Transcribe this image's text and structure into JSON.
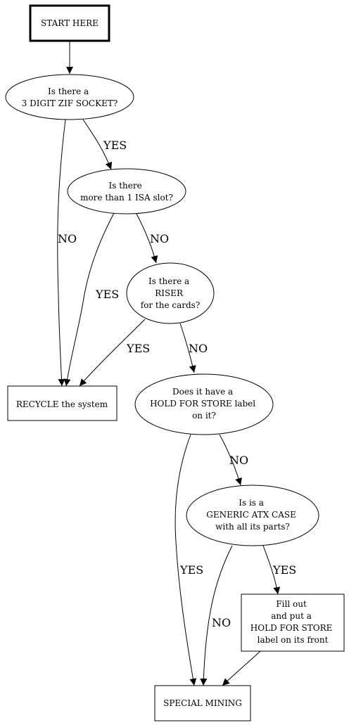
{
  "nodes": {
    "start": {
      "lines": [
        "START HERE"
      ]
    },
    "zif": {
      "lines": [
        "Is there a",
        "3 DIGIT ZIF SOCKET?"
      ]
    },
    "isa": {
      "lines": [
        "Is there",
        "more than 1 ISA slot?"
      ]
    },
    "riser": {
      "lines": [
        "Is there a",
        "RISER",
        "for the cards?"
      ]
    },
    "recycle": {
      "lines": [
        "RECYCLE the system"
      ]
    },
    "hold": {
      "lines": [
        "Does it have a",
        "HOLD FOR STORE label",
        "on it?"
      ]
    },
    "atx": {
      "lines": [
        "Is is a",
        "GENERIC ATX CASE",
        "with all its parts?"
      ]
    },
    "fill": {
      "lines": [
        "Fill out",
        "and put a",
        "HOLD FOR STORE",
        "label on its front"
      ]
    },
    "mining": {
      "lines": [
        "SPECIAL MINING"
      ]
    }
  },
  "edges": [
    {
      "from": "start",
      "to": "zif",
      "label": ""
    },
    {
      "from": "zif",
      "to": "isa",
      "label": "YES"
    },
    {
      "from": "zif",
      "to": "recycle",
      "label": "NO"
    },
    {
      "from": "isa",
      "to": "recycle",
      "label": "YES"
    },
    {
      "from": "isa",
      "to": "riser",
      "label": "NO"
    },
    {
      "from": "riser",
      "to": "recycle",
      "label": "YES"
    },
    {
      "from": "riser",
      "to": "hold",
      "label": "NO"
    },
    {
      "from": "hold",
      "to": "atx",
      "label": "NO"
    },
    {
      "from": "hold",
      "to": "mining",
      "label": "YES"
    },
    {
      "from": "atx",
      "to": "fill",
      "label": "YES"
    },
    {
      "from": "atx",
      "to": "mining",
      "label": "NO"
    },
    {
      "from": "fill",
      "to": "mining",
      "label": ""
    }
  ]
}
